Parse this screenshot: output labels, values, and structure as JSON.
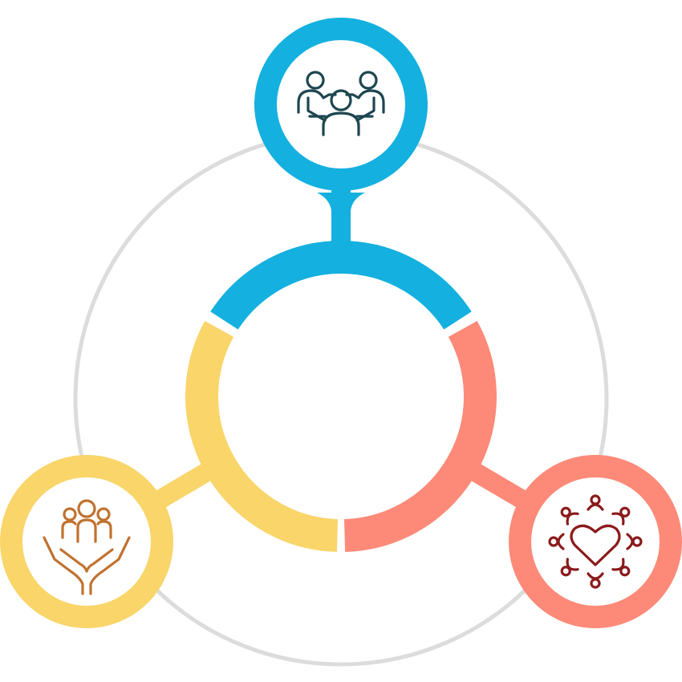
{
  "diagram": {
    "type": "three-node cycle",
    "colors": {
      "outer_ring": "#dcdcdc",
      "blue": "#14b0df",
      "yellow": "#f9d56a",
      "coral": "#fd8a78",
      "icon_blue": "#1d4650",
      "icon_yellow": "#c0722f",
      "icon_coral": "#8b1a1a"
    },
    "nodes": [
      {
        "id": "top",
        "color": "blue",
        "icon": "meeting-people-icon"
      },
      {
        "id": "bottom-left",
        "color": "yellow",
        "icon": "caring-hands-community-icon"
      },
      {
        "id": "bottom-right",
        "color": "coral",
        "icon": "heart-community-icon"
      }
    ]
  }
}
